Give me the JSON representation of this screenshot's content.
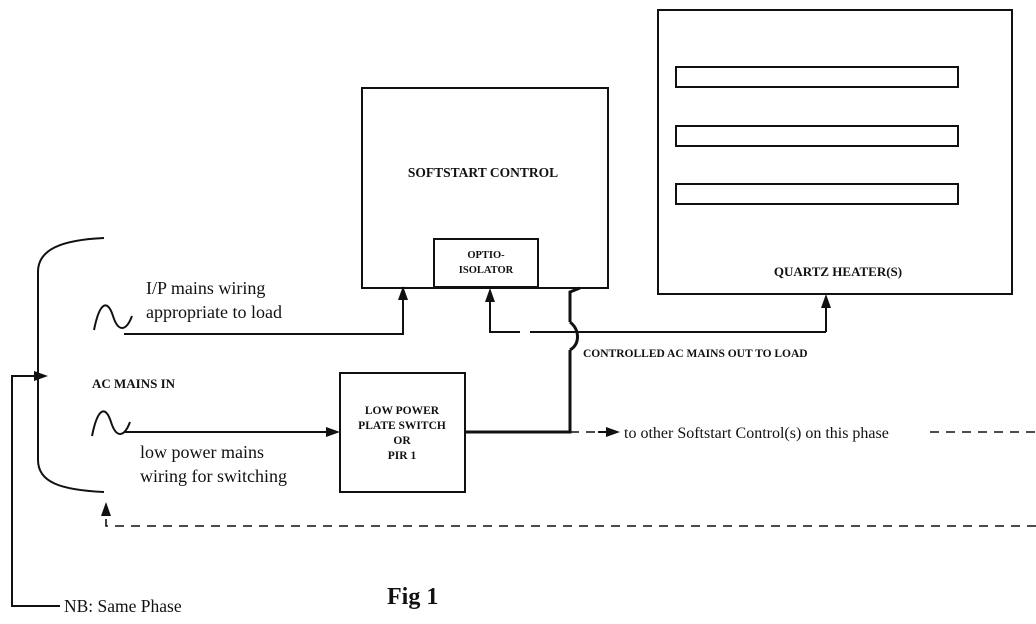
{
  "blocks": {
    "softstart_control": "SOFTSTART CONTROL",
    "optio_isolator_line1": "OPTIO-",
    "optio_isolator_line2": "ISOLATOR",
    "quartz_heater": "QUARTZ HEATER(S)",
    "low_power_line1": "LOW POWER",
    "low_power_line2": "PLATE SWITCH",
    "low_power_line3": "OR",
    "low_power_line4": "PIR 1"
  },
  "labels": {
    "ip_mains_line1": "I/P mains wiring",
    "ip_mains_line2": "appropriate to load",
    "ac_mains_in": "AC MAINS IN",
    "low_power_mains_line1": "low power mains",
    "low_power_mains_line2": "wiring for switching",
    "controlled_out": "CONTROLLED AC MAINS OUT TO LOAD",
    "other_controls": "to other Softstart Control(s) on this phase",
    "same_phase": "NB: Same Phase",
    "figure": "Fig 1"
  }
}
